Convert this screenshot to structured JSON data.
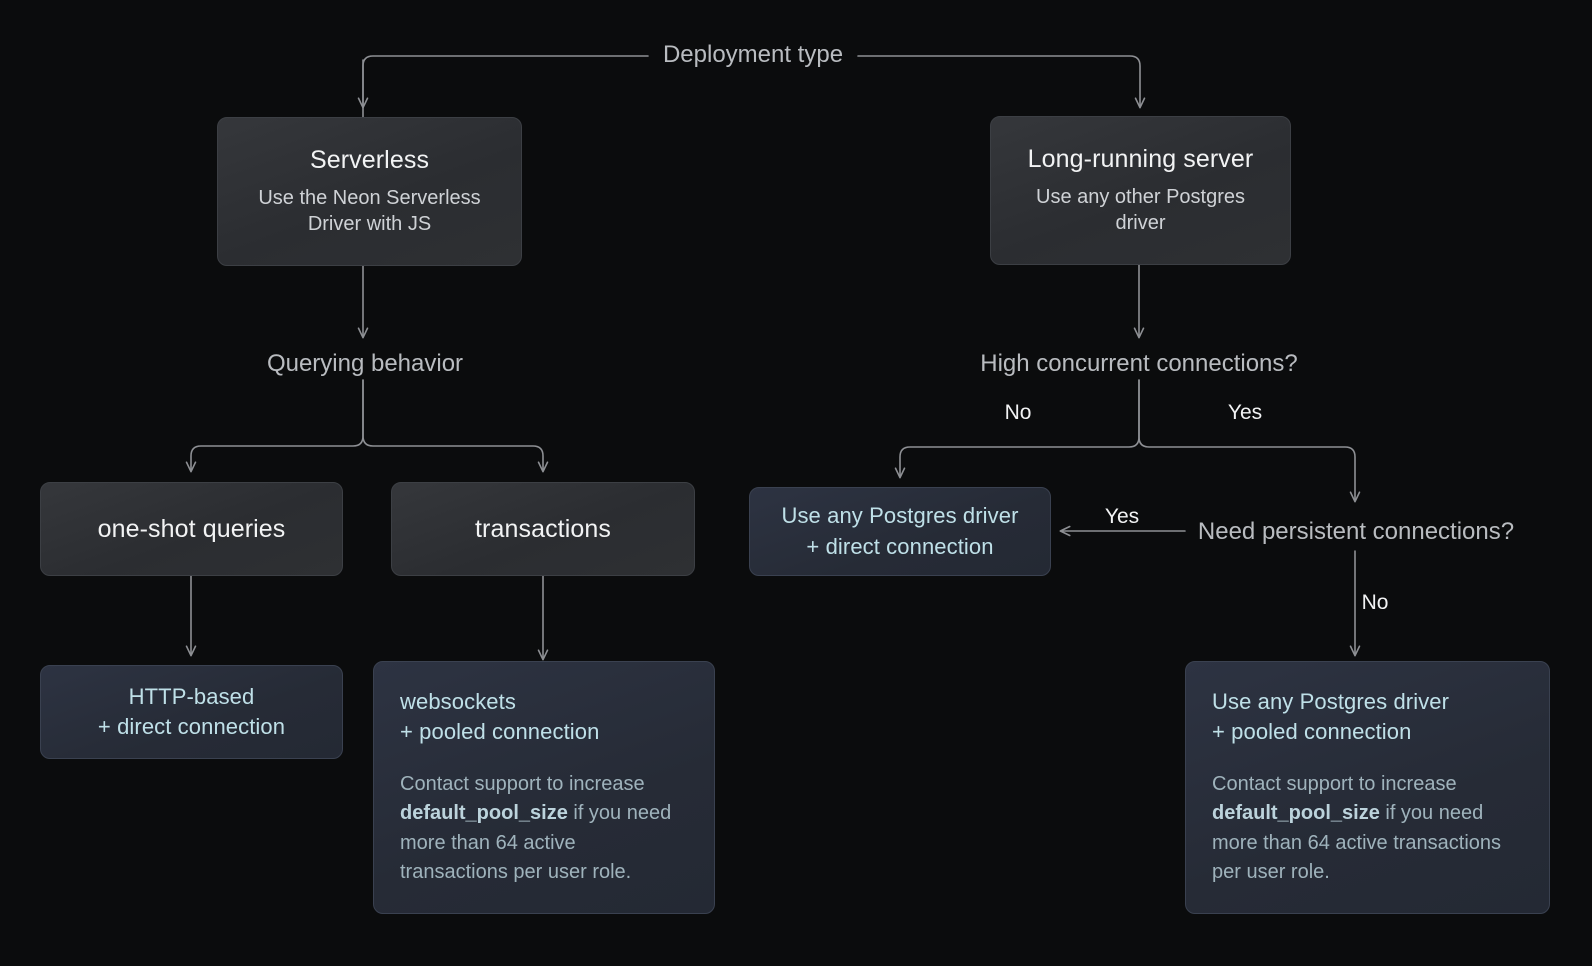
{
  "diagram": {
    "root_label": "Deployment type",
    "colors": {
      "background": "#0b0c0d",
      "gray_node": "#2e3033",
      "blue_node": "#272c38",
      "wire": "#8e9094",
      "accent_text": "#bfe0e8",
      "muted_text": "#9fb3bc"
    },
    "branch_labels": {
      "no_left": "No",
      "yes_right": "Yes",
      "yes_horizontal": "Yes",
      "no_down": "No"
    },
    "decisions": {
      "querying_behavior": "Querying behavior",
      "high_concurrent": "High concurrent connections?",
      "need_persistent": "Need persistent connections?"
    },
    "nodes": {
      "serverless": {
        "title": "Serverless",
        "subtitle": "Use the Neon Serverless Driver with JS"
      },
      "long_running": {
        "title": "Long-running server",
        "subtitle": "Use any other Postgres driver"
      },
      "one_shot": {
        "title": "one-shot queries"
      },
      "transactions": {
        "title": "transactions"
      },
      "http_direct": {
        "line1": "HTTP-based",
        "line2": "+ direct connection"
      },
      "websockets_pooled": {
        "line1": "websockets",
        "line2": "+ pooled connection",
        "note_before": "Contact support to increase ",
        "note_code": "default_pool_size",
        "note_after": " if you need more than 64 active transactions per user role."
      },
      "pg_direct": {
        "line1": "Use any Postgres driver",
        "line2": "+ direct connection"
      },
      "pg_pooled": {
        "line1": "Use any Postgres driver",
        "line2": "+ pooled connection",
        "note_before": "Contact support to increase ",
        "note_code": "default_pool_size",
        "note_after": " if you need more than 64 active transactions per user role."
      }
    }
  }
}
